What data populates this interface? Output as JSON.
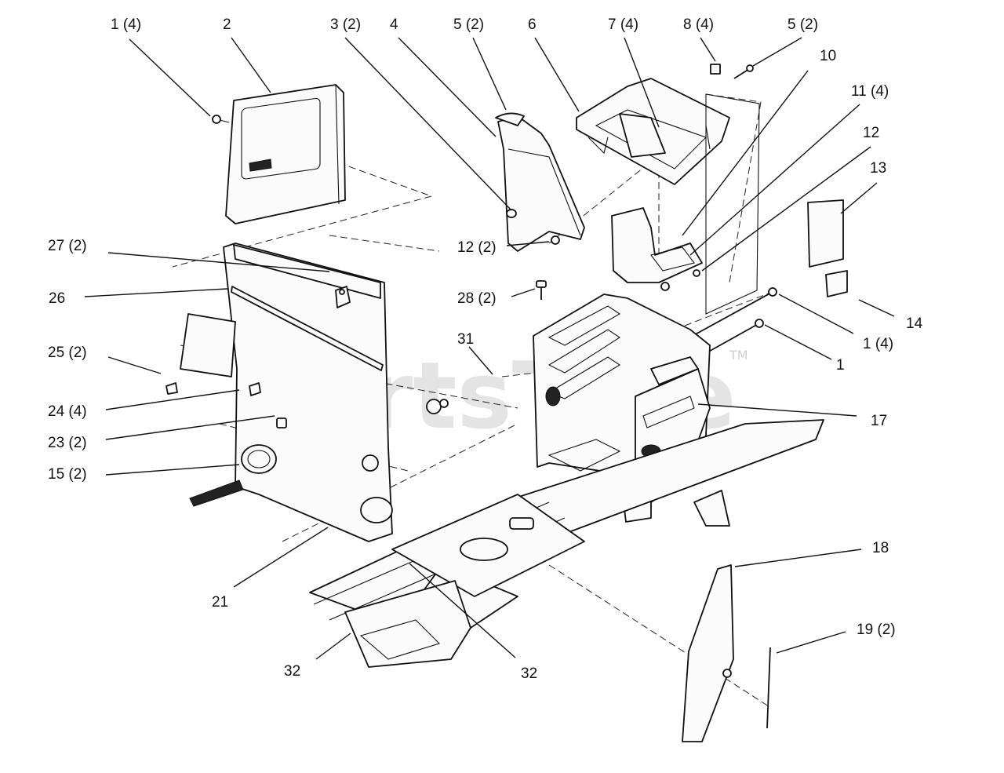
{
  "watermark": {
    "text": "PartsTree",
    "trademark": "TM"
  },
  "callouts": {
    "c1_4_top": "1 (4)",
    "c2": "2",
    "c3_2": "3 (2)",
    "c4": "4",
    "c5_2_a": "5 (2)",
    "c6": "6",
    "c7_4": "7 (4)",
    "c8_4": "8 (4)",
    "c5_2_b": "5 (2)",
    "c10": "10",
    "c11_4": "11 (4)",
    "c12": "12",
    "c13": "13",
    "c14": "14",
    "c1_4_right": "1 (4)",
    "c1_right": "1",
    "c17": "17",
    "c18": "18",
    "c19_2": "19 (2)",
    "c27_2": "27 (2)",
    "c26": "26",
    "c25_2": "25 (2)",
    "c24_4": "24 (4)",
    "c23_2": "23 (2)",
    "c15_2": "15 (2)",
    "c21": "21",
    "c32_left": "32",
    "c32_right": "32",
    "c31": "31",
    "c28_2": "28 (2)",
    "c12_2": "12 (2)"
  }
}
